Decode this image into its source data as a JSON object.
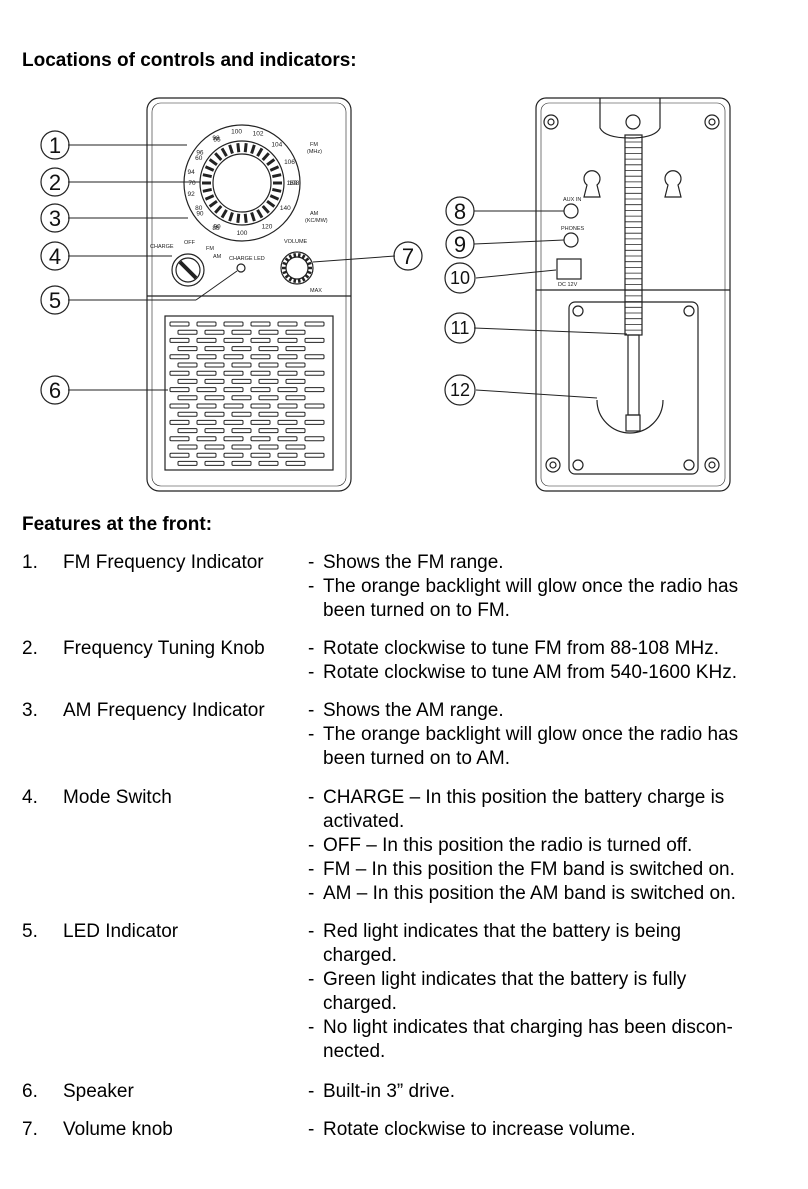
{
  "headings": {
    "locations": "Locations of controls and indicators:",
    "front": "Features at the front:"
  },
  "diagram": {
    "callouts": [
      "1",
      "2",
      "3",
      "4",
      "5",
      "6",
      "7",
      "8",
      "9",
      "10",
      "11",
      "12"
    ],
    "fm_scale": [
      "88",
      "90",
      "92",
      "94",
      "96",
      "98",
      "100",
      "102",
      "104",
      "106",
      "108"
    ],
    "am_scale": [
      "55",
      "60",
      "70",
      "80",
      "90",
      "100",
      "120",
      "140",
      "160"
    ],
    "labels": {
      "fm": "FM",
      "fm_unit": "(MHz)",
      "am": "AM",
      "am_unit": "(KC/MW)",
      "off": "OFF",
      "charge": "CHARGE",
      "fm_pos": "FM",
      "am_pos": "AM",
      "charge_led": "CHARGE LED",
      "volume": "VOLUME",
      "max": "MAX",
      "aux_in": "AUX IN",
      "phones": "PHONES",
      "dc": "DC 12V"
    }
  },
  "features": [
    {
      "num": "1.",
      "name": "FM Frequency Indicator",
      "lines": [
        {
          "dash": "-",
          "text": "Shows the FM range."
        },
        {
          "dash": "-",
          "text": "The orange backlight will glow once the radio has"
        },
        {
          "dash": "",
          "text": "been turned on to FM."
        }
      ]
    },
    {
      "num": "2.",
      "name": "Frequency Tuning Knob",
      "lines": [
        {
          "dash": "-",
          "text": "Rotate clockwise to tune FM from 88-108 MHz."
        },
        {
          "dash": "-",
          "text": "Rotate clockwise to tune AM from 540-1600 KHz."
        }
      ]
    },
    {
      "num": "3.",
      "name": "AM Frequency Indicator",
      "lines": [
        {
          "dash": "-",
          "text": "Shows the AM range."
        },
        {
          "dash": "-",
          "text": "The orange backlight will glow once the radio has"
        },
        {
          "dash": "",
          "text": "been turned on to AM."
        }
      ]
    },
    {
      "num": "4.",
      "name": "Mode Switch",
      "lines": [
        {
          "dash": "-",
          "text": "CHARGE – In this position the battery charge is"
        },
        {
          "dash": "",
          "text": "activated."
        },
        {
          "dash": "-",
          "text": "OFF – In this position the radio is turned off."
        },
        {
          "dash": "-",
          "text": "FM – In this position the FM band is switched on."
        },
        {
          "dash": "-",
          "text": "AM – In this position the AM band is switched on."
        }
      ]
    },
    {
      "num": "5.",
      "name": "LED Indicator",
      "lines": [
        {
          "dash": "-",
          "text": "Red light indicates that the battery is being"
        },
        {
          "dash": "",
          "text": "charged."
        },
        {
          "dash": "-",
          "text": "Green light indicates that the battery is fully"
        },
        {
          "dash": "",
          "text": "charged."
        },
        {
          "dash": "-",
          "text": "No light indicates that charging has been discon-"
        },
        {
          "dash": "",
          "text": "nected."
        }
      ]
    },
    {
      "num": "6.",
      "name": "Speaker",
      "lines": [
        {
          "dash": "-",
          "text": "Built-in 3” drive."
        }
      ]
    },
    {
      "num": "7.",
      "name": "Volume knob",
      "lines": [
        {
          "dash": "-",
          "text": "Rotate clockwise to increase volume."
        }
      ]
    }
  ]
}
